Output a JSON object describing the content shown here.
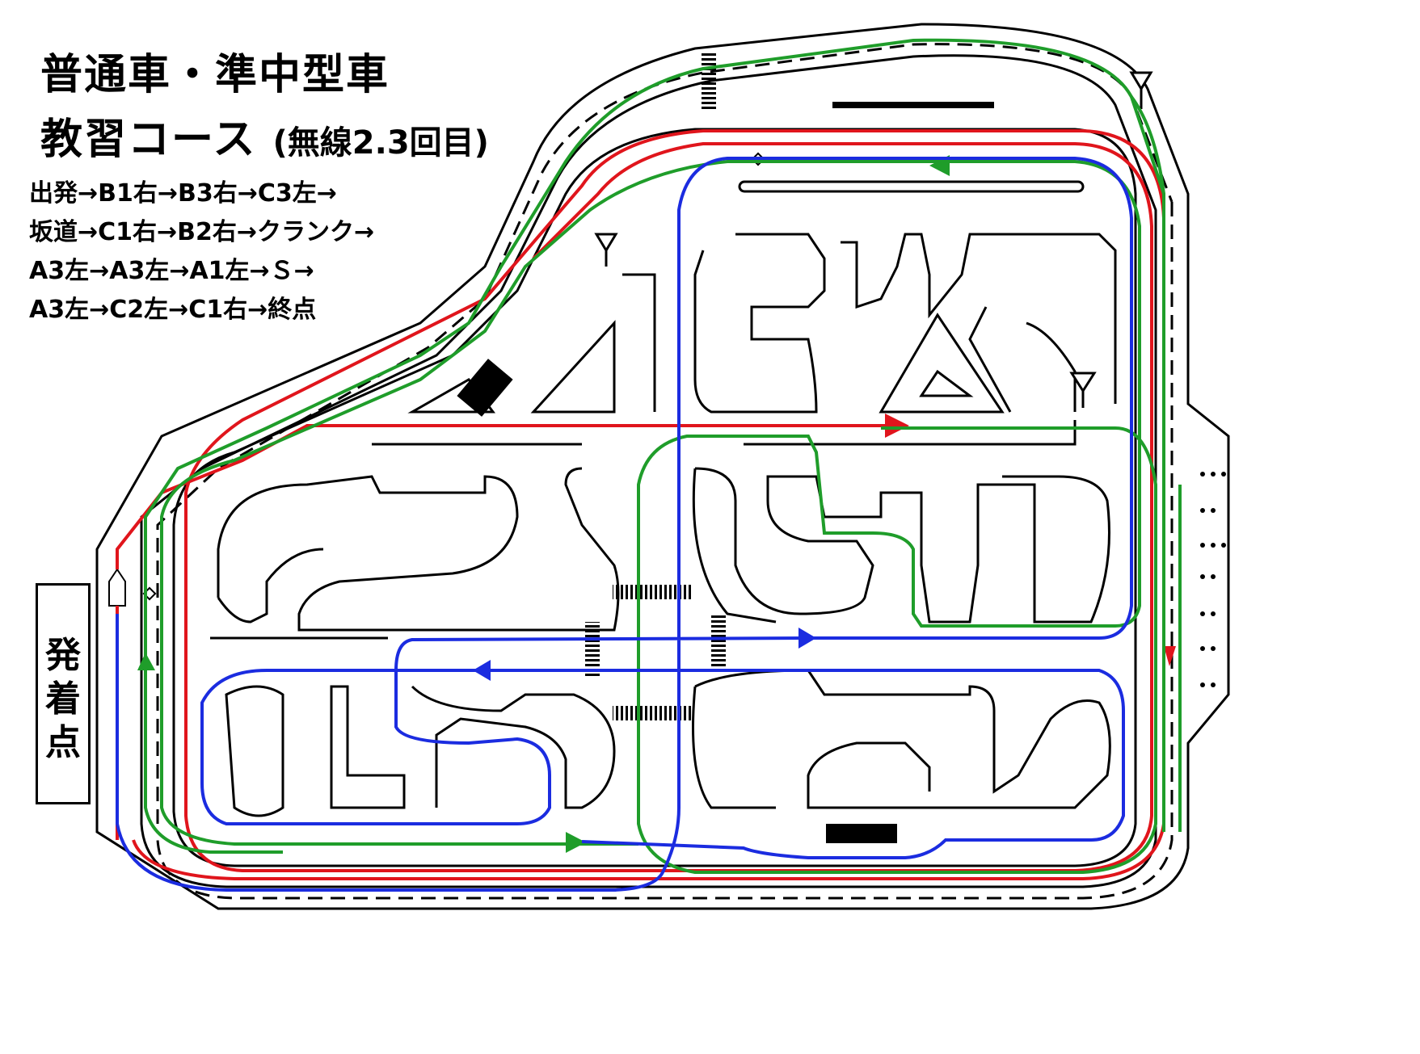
{
  "title_line1": "普通車・準中型車",
  "title_line2_main": "教習コース",
  "title_line2_sub": "(無線2.3回目)",
  "route_lines": [
    "出発→B1右→B3右→C3左→",
    "坂道→C1右→B2右→クランク→",
    "A3左→A3左→A1左→Ｓ→",
    "A3左→C2左→C1右→終点"
  ],
  "start_point_label": "発着点",
  "colors": {
    "route_red": "#e0151c",
    "route_green": "#1f9d2a",
    "route_blue": "#1b2ce0",
    "road_outline": "#000000",
    "background": "#ffffff"
  },
  "icons": [
    "antenna-icon",
    "direction-arrow-icon",
    "pedestrian-crossing-icon",
    "stop-line-icon"
  ]
}
